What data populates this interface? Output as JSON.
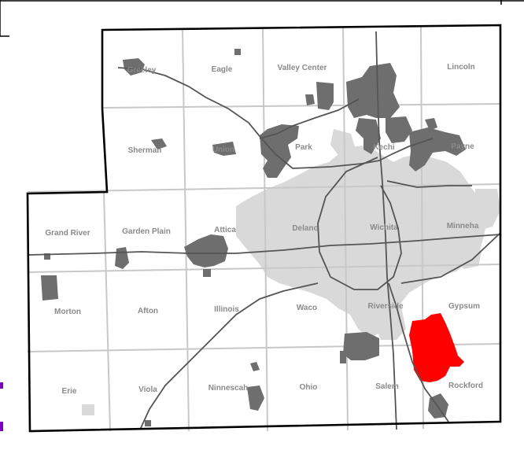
{
  "map": {
    "colors": {
      "background": "#ffffff",
      "grid": "#c8c8c8",
      "urban_light": "#d9d9d9",
      "urban_dark": "#6e6e6e",
      "highlight": "#ff0000",
      "border": "#000000",
      "road": "#555555",
      "label": "#8a8a8a",
      "edge_mark": "#8000c0"
    },
    "townships": [
      {
        "id": "gypsum-label",
        "name": "Gypsum",
        "highlighted": false
      },
      {
        "id": "rockford-label",
        "name": "Rockford",
        "highlighted": false
      },
      {
        "id": "salem-label",
        "name": "Salem",
        "highlighted": false
      },
      {
        "id": "ohio-label",
        "name": "Ohio",
        "highlighted": false
      },
      {
        "id": "ninnescah-label",
        "name": "Ninnescah",
        "highlighted": false
      },
      {
        "id": "viola-label",
        "name": "Viola",
        "highlighted": false
      },
      {
        "id": "erie-label",
        "name": "Erie",
        "highlighted": false
      },
      {
        "id": "morton-label",
        "name": "Morton",
        "highlighted": false
      },
      {
        "id": "afton-label",
        "name": "Afton",
        "highlighted": false
      },
      {
        "id": "illinois-label",
        "name": "Illinois",
        "highlighted": false
      },
      {
        "id": "waco-label",
        "name": "Waco",
        "highlighted": false
      },
      {
        "id": "riverside-label",
        "name": "Riverside",
        "highlighted": false
      },
      {
        "id": "minneha-label",
        "name": "Minneha",
        "highlighted": false
      },
      {
        "id": "wichita-label",
        "name": "Wichita",
        "highlighted": false
      },
      {
        "id": "delano-label",
        "name": "Delano",
        "highlighted": false
      },
      {
        "id": "attica-label",
        "name": "Attica",
        "highlighted": false
      },
      {
        "id": "garden-plain-label",
        "name": "Garden Plain",
        "highlighted": false
      },
      {
        "id": "grand-river-label",
        "name": "Grand River",
        "highlighted": false
      },
      {
        "id": "sherman-label",
        "name": "Sherman",
        "highlighted": false
      },
      {
        "id": "union-label",
        "name": "Union",
        "highlighted": false
      },
      {
        "id": "park-label",
        "name": "Park",
        "highlighted": false
      },
      {
        "id": "kechi-label",
        "name": "Kechi",
        "highlighted": false
      },
      {
        "id": "payne-label",
        "name": "Payne",
        "highlighted": false
      },
      {
        "id": "lincoln-label",
        "name": "Lincoln",
        "highlighted": false
      },
      {
        "id": "valley-center-label",
        "name": "Valley Center",
        "highlighted": false
      },
      {
        "id": "eagle-label",
        "name": "Eagle",
        "highlighted": false
      },
      {
        "id": "greeley-label",
        "name": "Greeley",
        "highlighted": false
      }
    ],
    "highlighted_area": "Derby (Rockford / Gypsum townships)"
  }
}
